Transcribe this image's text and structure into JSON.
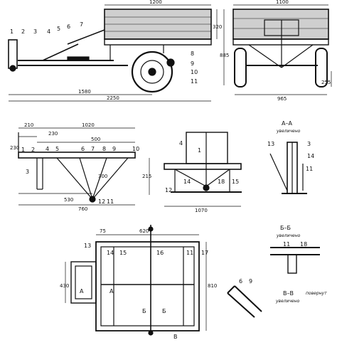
{
  "side_view": {
    "dims": {
      "top_length": "1200",
      "box_height": "320",
      "overall_height": "885",
      "wheel_to_tow": "1580",
      "overall_length": "2250"
    },
    "callouts": [
      "1",
      "2",
      "3",
      "4",
      "5",
      "6",
      "7",
      "8",
      "9",
      "10",
      "11"
    ]
  },
  "rear_view": {
    "dims": {
      "width": "1100",
      "track": "965",
      "clearance": "255"
    }
  },
  "frame_side_view": {
    "dims": {
      "d1": "210",
      "d2": "230",
      "d3": "1020",
      "d4": "500",
      "d5": "300",
      "d6": "215",
      "d7": "530",
      "d8": "760",
      "d9": "230"
    },
    "callouts": [
      "1",
      "2",
      "3",
      "4",
      "5",
      "6",
      "7",
      "8",
      "9",
      "10",
      "11",
      "12"
    ]
  },
  "frame_front_view": {
    "dims": {
      "width": "1070"
    },
    "callouts": [
      "1",
      "4",
      "12",
      "14",
      "15",
      "18"
    ]
  },
  "section_aa": {
    "title": "А–А",
    "subtitle": "увеличено",
    "callouts": [
      "3",
      "11",
      "13",
      "14"
    ]
  },
  "plan_view": {
    "dims": {
      "d1": "75",
      "d2": "620",
      "d3": "430",
      "d4": "810"
    },
    "callouts": [
      "11",
      "13",
      "14",
      "15",
      "16",
      "17"
    ],
    "section_marks": {
      "a": "А",
      "b": "Б",
      "v": "В"
    }
  },
  "section_bb": {
    "title": "Б–Б",
    "subtitle": "увеличено",
    "callouts": [
      "11",
      "18"
    ]
  },
  "section_vv": {
    "title": "В–В",
    "subtitle": "увеличено",
    "note": "повернут",
    "callouts": [
      "6",
      "9"
    ]
  }
}
